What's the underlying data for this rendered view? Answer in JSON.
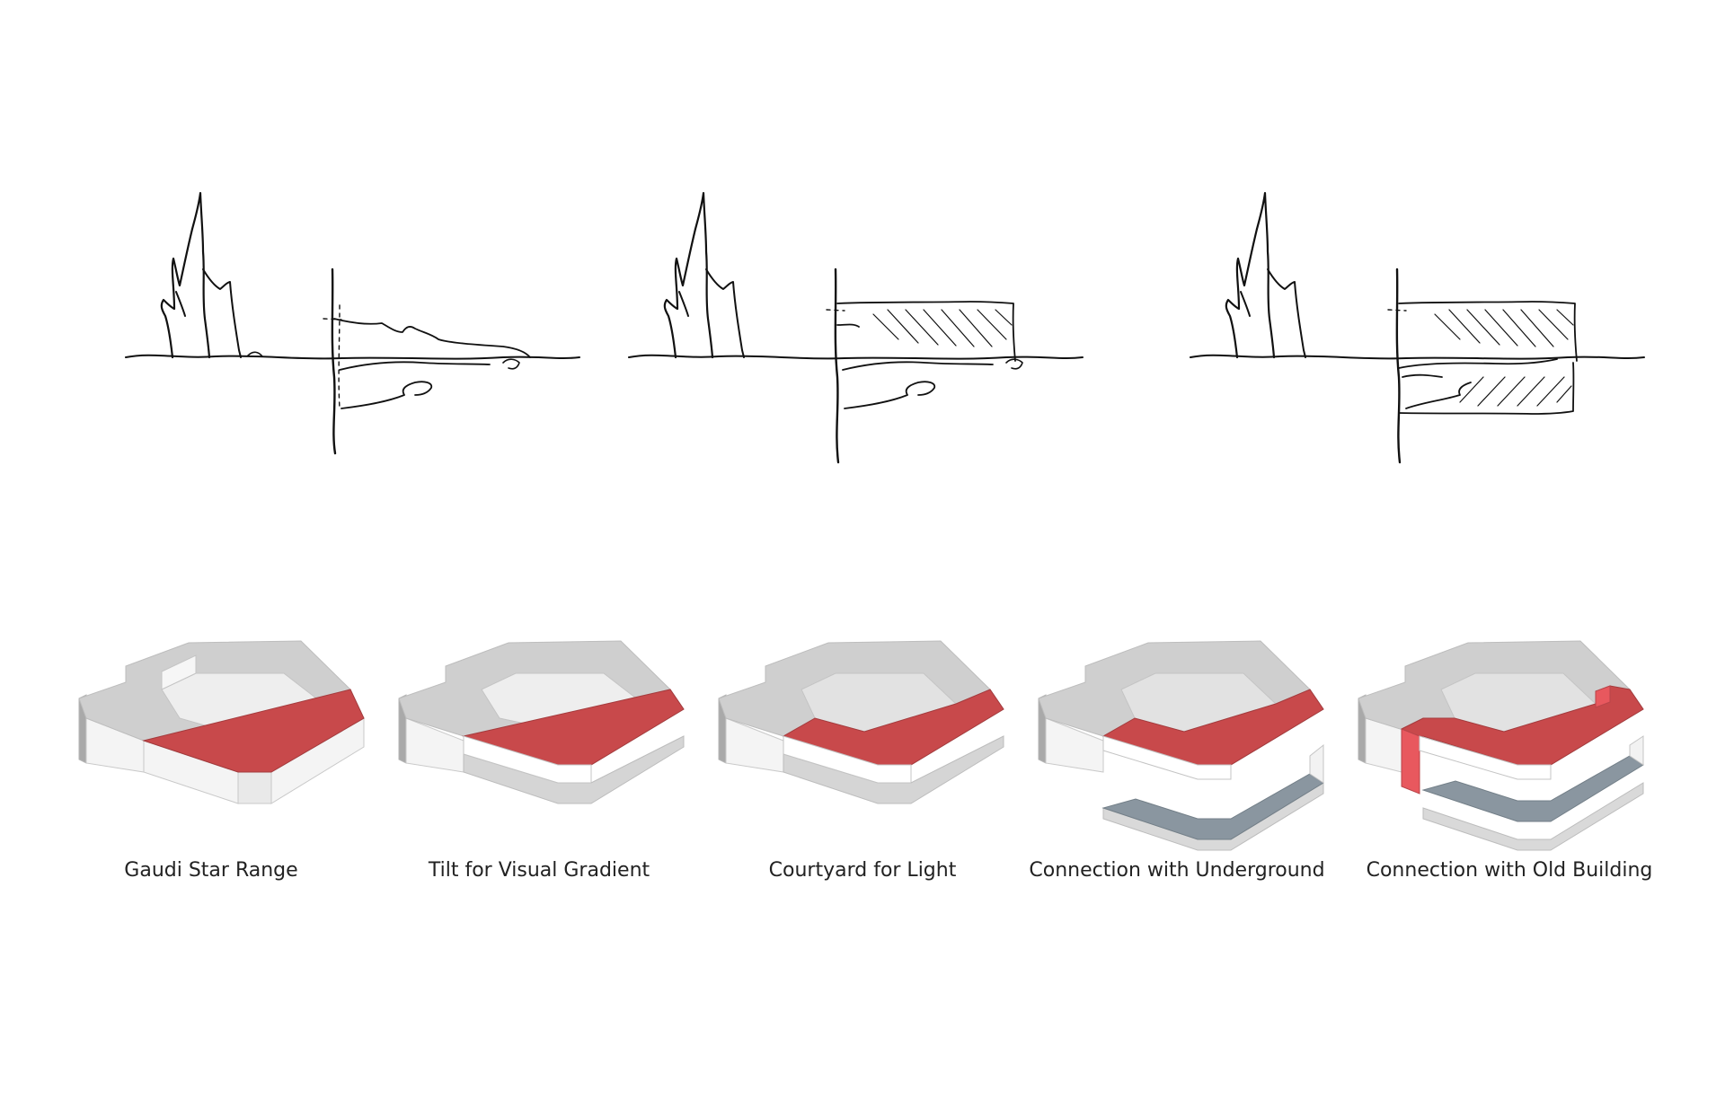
{
  "colors": {
    "background": "#ffffff",
    "sketch_line": "#111111",
    "volume_top": "#cfcfcf",
    "volume_side_light": "#f4f4f4",
    "volume_side_dark": "#a9a9a9",
    "highlight_red": "#c8494b",
    "highlight_red_bright": "#e8585e",
    "underground_slate": "#8a96a0"
  },
  "sketches": [
    {
      "name": "skyline-sketch-plain",
      "hatch": "none"
    },
    {
      "name": "skyline-sketch-above-hatch",
      "hatch": "above"
    },
    {
      "name": "skyline-sketch-above-below-hatch",
      "hatch": "above-below"
    }
  ],
  "steps": [
    {
      "label": "Gaudi Star Range"
    },
    {
      "label": "Tilt for Visual Gradient"
    },
    {
      "label": "Courtyard for Light"
    },
    {
      "label": "Connection with Underground"
    },
    {
      "label": "Connection with Old Building"
    }
  ]
}
